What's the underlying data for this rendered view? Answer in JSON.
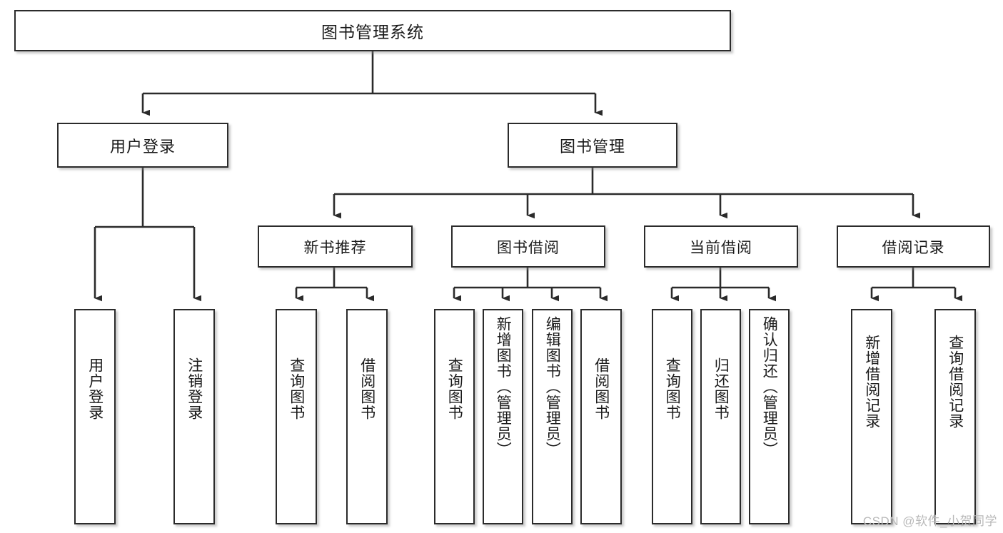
{
  "diagram": {
    "title": "图书管理系统",
    "type": "tree-hierarchy",
    "watermark": "CSDN @软件_小贺同学",
    "colors": {
      "box_border": "#2b2b2b",
      "box_fill": "#ffffff",
      "edge": "#2b2b2b",
      "text": "#1a1a1a",
      "watermark": "#b9b9b9",
      "background": "#ffffff"
    }
  },
  "nodes": {
    "root": {
      "label": "图书管理系统"
    },
    "level2": [
      {
        "id": "user-login",
        "label": "用户登录"
      },
      {
        "id": "book-manage",
        "label": "图书管理"
      }
    ],
    "level3": [
      {
        "id": "new-book-recommend",
        "label": "新书推荐"
      },
      {
        "id": "book-borrow",
        "label": "图书借阅"
      },
      {
        "id": "current-borrow",
        "label": "当前借阅"
      },
      {
        "id": "borrow-record",
        "label": "借阅记录"
      }
    ],
    "leaves": {
      "user-login": [
        {
          "id": "leaf-user-login",
          "label": "用户登录"
        },
        {
          "id": "leaf-logout",
          "label": "注销登录"
        }
      ],
      "new-book-recommend": [
        {
          "id": "leaf-query-book-1",
          "label": "查询图书"
        },
        {
          "id": "leaf-borrow-book-1",
          "label": "借阅图书"
        }
      ],
      "book-borrow": [
        {
          "id": "leaf-query-book-2",
          "label": "查询图书"
        },
        {
          "id": "leaf-add-book",
          "label": "新增图书（管理员）"
        },
        {
          "id": "leaf-edit-book",
          "label": "编辑图书（管理员）"
        },
        {
          "id": "leaf-borrow-book-2",
          "label": "借阅图书"
        }
      ],
      "current-borrow": [
        {
          "id": "leaf-query-book-3",
          "label": "查询图书"
        },
        {
          "id": "leaf-return-book",
          "label": "归还图书"
        },
        {
          "id": "leaf-confirm-return",
          "label": "确认归还（管理员）"
        }
      ],
      "borrow-record": [
        {
          "id": "leaf-add-record",
          "label": "新增借阅记录"
        },
        {
          "id": "leaf-query-record",
          "label": "查询借阅记录"
        }
      ]
    }
  }
}
